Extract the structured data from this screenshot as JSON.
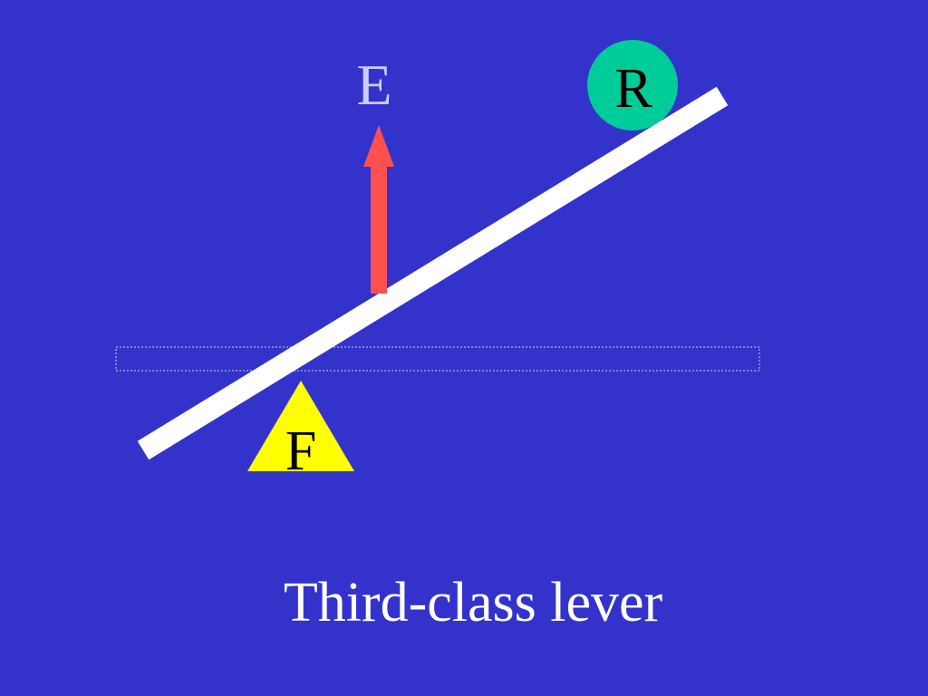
{
  "colors": {
    "background": "#3333CC",
    "lever": "#FFFFFF",
    "effort_arrow": "#FF5050",
    "effort_label": "#CCCCFF",
    "resistance_circle": "#00CC99",
    "fulcrum_triangle": "#FFFF00",
    "text_dark": "#000000",
    "caption": "#FFFFFF",
    "guide_box": "#CCCCFF"
  },
  "labels": {
    "effort": "E",
    "resistance": "R",
    "fulcrum": "F"
  },
  "caption": "Third-class lever"
}
